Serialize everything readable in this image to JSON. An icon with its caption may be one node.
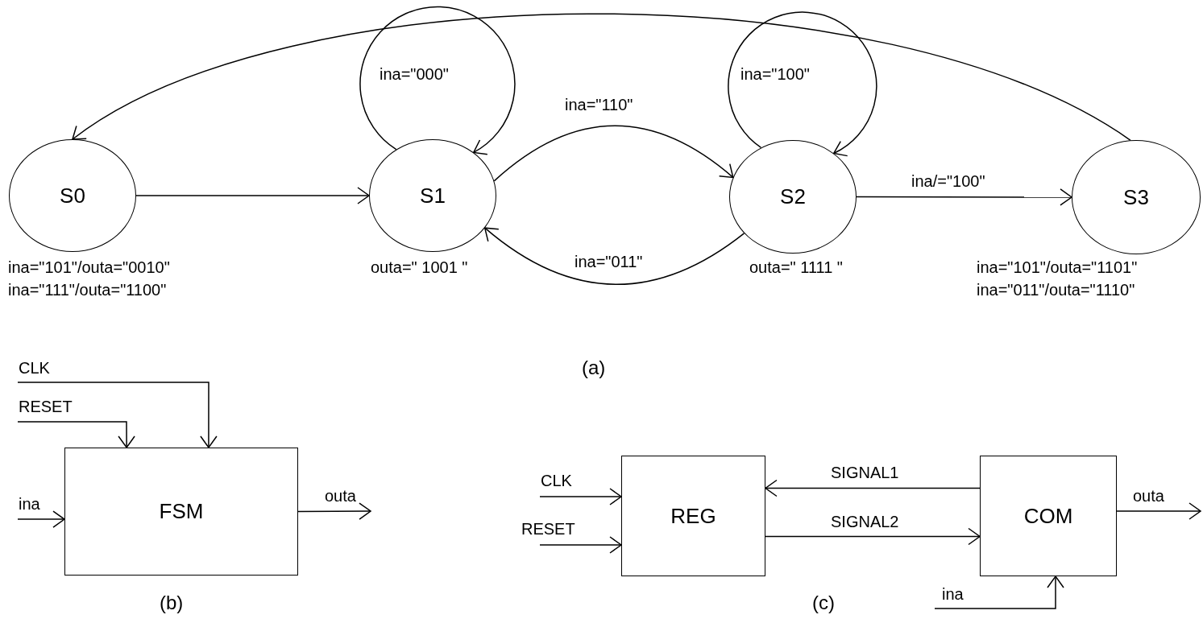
{
  "diagram": {
    "nodes": [
      {
        "text": [
          "S0"
        ],
        "beside": [
          "ina=\"101\"/outa=\"0010\"",
          "ina=\"111\"/outa=\"1100\""
        ]
      },
      {
        "text": [
          "S1"
        ],
        "beside": [
          "outa=\" 1001 \""
        ]
      },
      {
        "text": [
          "S2"
        ],
        "beside": [
          "outa=\" 1111 \""
        ]
      },
      {
        "text": [
          "S3"
        ],
        "beside": [
          "ina=\"101\"/outa=\"1101\"",
          "ina=\"011\"/outa=\"1110\""
        ]
      },
      {
        "text": [
          "FSM"
        ]
      },
      {
        "text": [
          "REG"
        ]
      },
      {
        "text": [
          "COM"
        ]
      }
    ],
    "edges": [
      {
        "from": 0,
        "to": 1,
        "arrow": "to"
      },
      {
        "from": 1,
        "to": 1,
        "arrow": "to",
        "label": "ina=\"000\""
      },
      {
        "from": 1,
        "to": 2,
        "arrow": "to",
        "label": "ina=\"110\""
      },
      {
        "from": 2,
        "to": 1,
        "arrow": "to",
        "label": "ina=\"011\""
      },
      {
        "from": 2,
        "to": 2,
        "arrow": "to",
        "label": "ina=\"100\""
      },
      {
        "from": 2,
        "to": 3,
        "arrow": "to",
        "label": "ina/=\"100\""
      },
      {
        "from": 3,
        "to": 0,
        "arrow": "to"
      },
      {
        "from": null,
        "to": 4,
        "arrow": "to",
        "label": "CLK"
      },
      {
        "from": null,
        "to": 4,
        "arrow": "to",
        "label": "RESET"
      },
      {
        "from": null,
        "to": 4,
        "arrow": "to",
        "label": "ina"
      },
      {
        "from": 4,
        "to": null,
        "arrow": "to",
        "label": "outa"
      },
      {
        "from": null,
        "to": 5,
        "arrow": "to",
        "label": "CLK"
      },
      {
        "from": null,
        "to": 5,
        "arrow": "to",
        "label": "RESET"
      },
      {
        "from": 6,
        "to": 5,
        "arrow": "to",
        "label": "SIGNAL1"
      },
      {
        "from": 5,
        "to": 6,
        "arrow": "to",
        "label": "SIGNAL2"
      },
      {
        "from": 6,
        "to": null,
        "arrow": "to",
        "label": "outa"
      },
      {
        "from": null,
        "to": 6,
        "arrow": "to",
        "label": "ina"
      }
    ],
    "labels": [
      "(a)",
      "(b)",
      "(c)"
    ]
  }
}
